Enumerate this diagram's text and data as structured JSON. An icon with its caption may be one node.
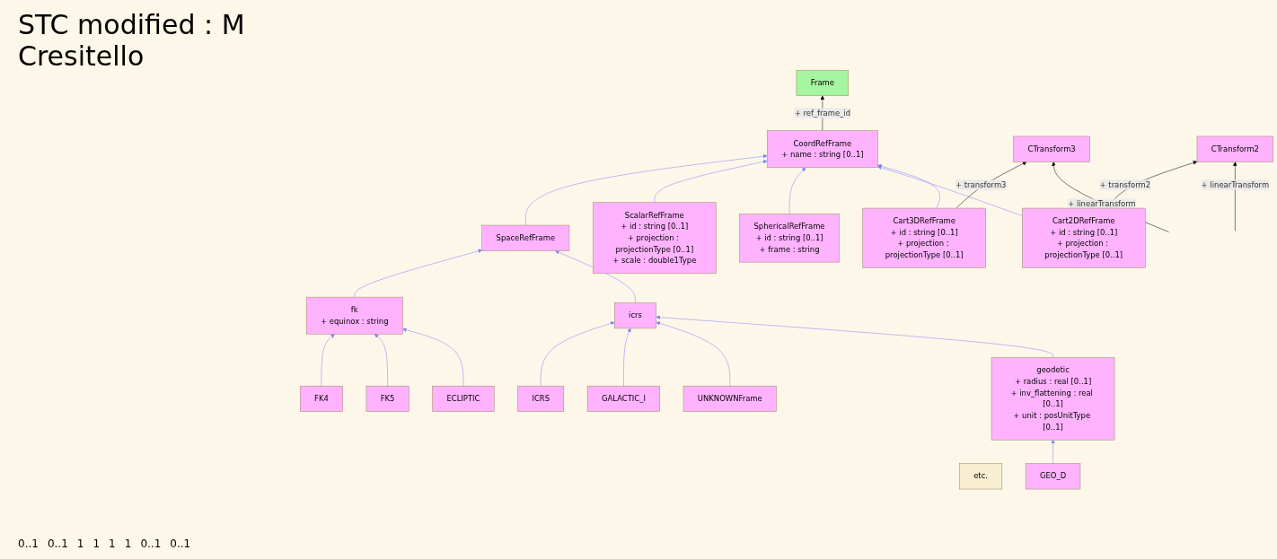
{
  "diagram": {
    "title": "STC modified : M Cresitello",
    "nodes": [
      {
        "text": [
          "CoordRefFrame",
          "+ name : string [0..1]"
        ]
      },
      {
        "text": [
          "Frame"
        ]
      },
      {
        "text": [
          "SpaceRefFrame"
        ]
      },
      {
        "text": [
          "fk",
          "+ equinox : string"
        ]
      },
      {
        "text": [
          "FK4"
        ]
      },
      {
        "text": [
          "FK5"
        ]
      },
      {
        "text": [
          "ECLIPTIC"
        ]
      },
      {
        "text": [
          "ScalarRefFrame",
          "+ id : string [0..1]",
          "+ projection : projectionType [0..1]",
          "+ scale : double1Type"
        ]
      },
      {
        "text": [
          "SphericalRefFrame",
          "+ id : string [0..1]",
          "+ frame : string"
        ]
      },
      {
        "text": [
          "Cart2DRefFrame",
          "+ id : string [0..1]",
          "+ projection : projectionType [0..1]"
        ]
      },
      {
        "text": [
          "Cart3DRefFrame",
          "+ id : string [0..1]",
          "+ projection : projectionType [0..1]"
        ]
      },
      {
        "text": [
          "icrs"
        ]
      },
      {
        "text": [
          "ICRS"
        ]
      },
      {
        "text": [
          "GALACTIC_I"
        ]
      },
      {
        "text": [
          "UNKNOWNFrame"
        ]
      },
      {
        "text": [
          "etc."
        ]
      },
      {
        "text": [
          "CTransform3"
        ]
      },
      {
        "text": [
          "geodetic",
          "+ radius : real [0..1]",
          "+ inv_flattening : real [0..1]",
          "+ unit : posUnitType [0..1]"
        ]
      },
      {
        "text": [
          "CTransform2"
        ]
      },
      {
        "text": [
          "GEO_D"
        ]
      }
    ],
    "edges": [
      {
        "from": 0,
        "to": 1,
        "arrow": "to",
        "label": "+ ref_frame_id",
        "color": "#000000"
      },
      {
        "from": 2,
        "to": 0,
        "arrow": "to"
      },
      {
        "from": 7,
        "to": 0,
        "arrow": "to"
      },
      {
        "from": 8,
        "to": 0,
        "arrow": "to"
      },
      {
        "from": 9,
        "to": 0,
        "arrow": "to"
      },
      {
        "from": 10,
        "to": 0,
        "arrow": "to"
      },
      {
        "from": 3,
        "to": 2,
        "arrow": "to"
      },
      {
        "from": 11,
        "to": 2,
        "arrow": "to"
      },
      {
        "from": 4,
        "to": 3,
        "arrow": "to"
      },
      {
        "from": 5,
        "to": 3,
        "arrow": "to"
      },
      {
        "from": 6,
        "to": 3,
        "arrow": "to"
      },
      {
        "from": 12,
        "to": 11,
        "arrow": "to"
      },
      {
        "from": 13,
        "to": 11,
        "arrow": "to"
      },
      {
        "from": 14,
        "to": 11,
        "arrow": "to"
      },
      {
        "from": 17,
        "to": 11,
        "arrow": "to"
      },
      {
        "from": 19,
        "to": 17,
        "arrow": "to"
      },
      {
        "from": 9,
        "to": 18,
        "arrow": "to",
        "label": "+ transform2",
        "color": "#000000"
      },
      {
        "from": 10,
        "to": 16,
        "arrow": "to",
        "label": "+ transform3",
        "color": "#000000"
      },
      {
        "from": null,
        "to": 16,
        "arrow": "to",
        "label": "+ linearTransform",
        "color": "#000000"
      },
      {
        "from": null,
        "to": 18,
        "arrow": "to",
        "label": "+ linearTransform",
        "color": "#000000"
      }
    ],
    "labels": [
      "0..1",
      "0..1",
      "1",
      "1",
      "1",
      "1",
      "0..1",
      "0..1"
    ]
  }
}
